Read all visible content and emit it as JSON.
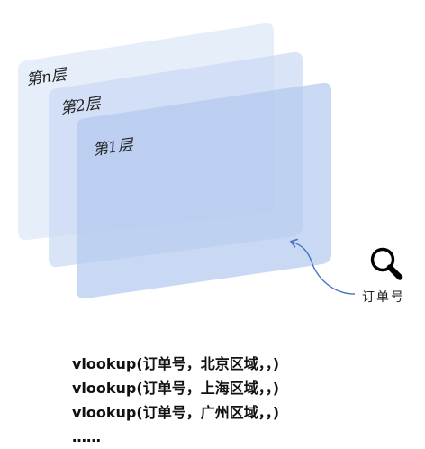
{
  "layers": [
    {
      "label": "第n层"
    },
    {
      "label": "第2层"
    },
    {
      "label": "第1层"
    }
  ],
  "search": {
    "icon": "magnifier-icon",
    "caption": "订单号"
  },
  "formulas": [
    "vlookup(订单号，北京区域，，)",
    "vlookup(订单号，上海区域，，)",
    "vlookup(订单号，广州区域，，)",
    "……"
  ],
  "colors": {
    "layer_back": "#dde8f8",
    "layer_middle": "#c9d9f4",
    "layer_front": "#b4c9ef",
    "arrow": "#4a72c4",
    "text": "#111111"
  }
}
